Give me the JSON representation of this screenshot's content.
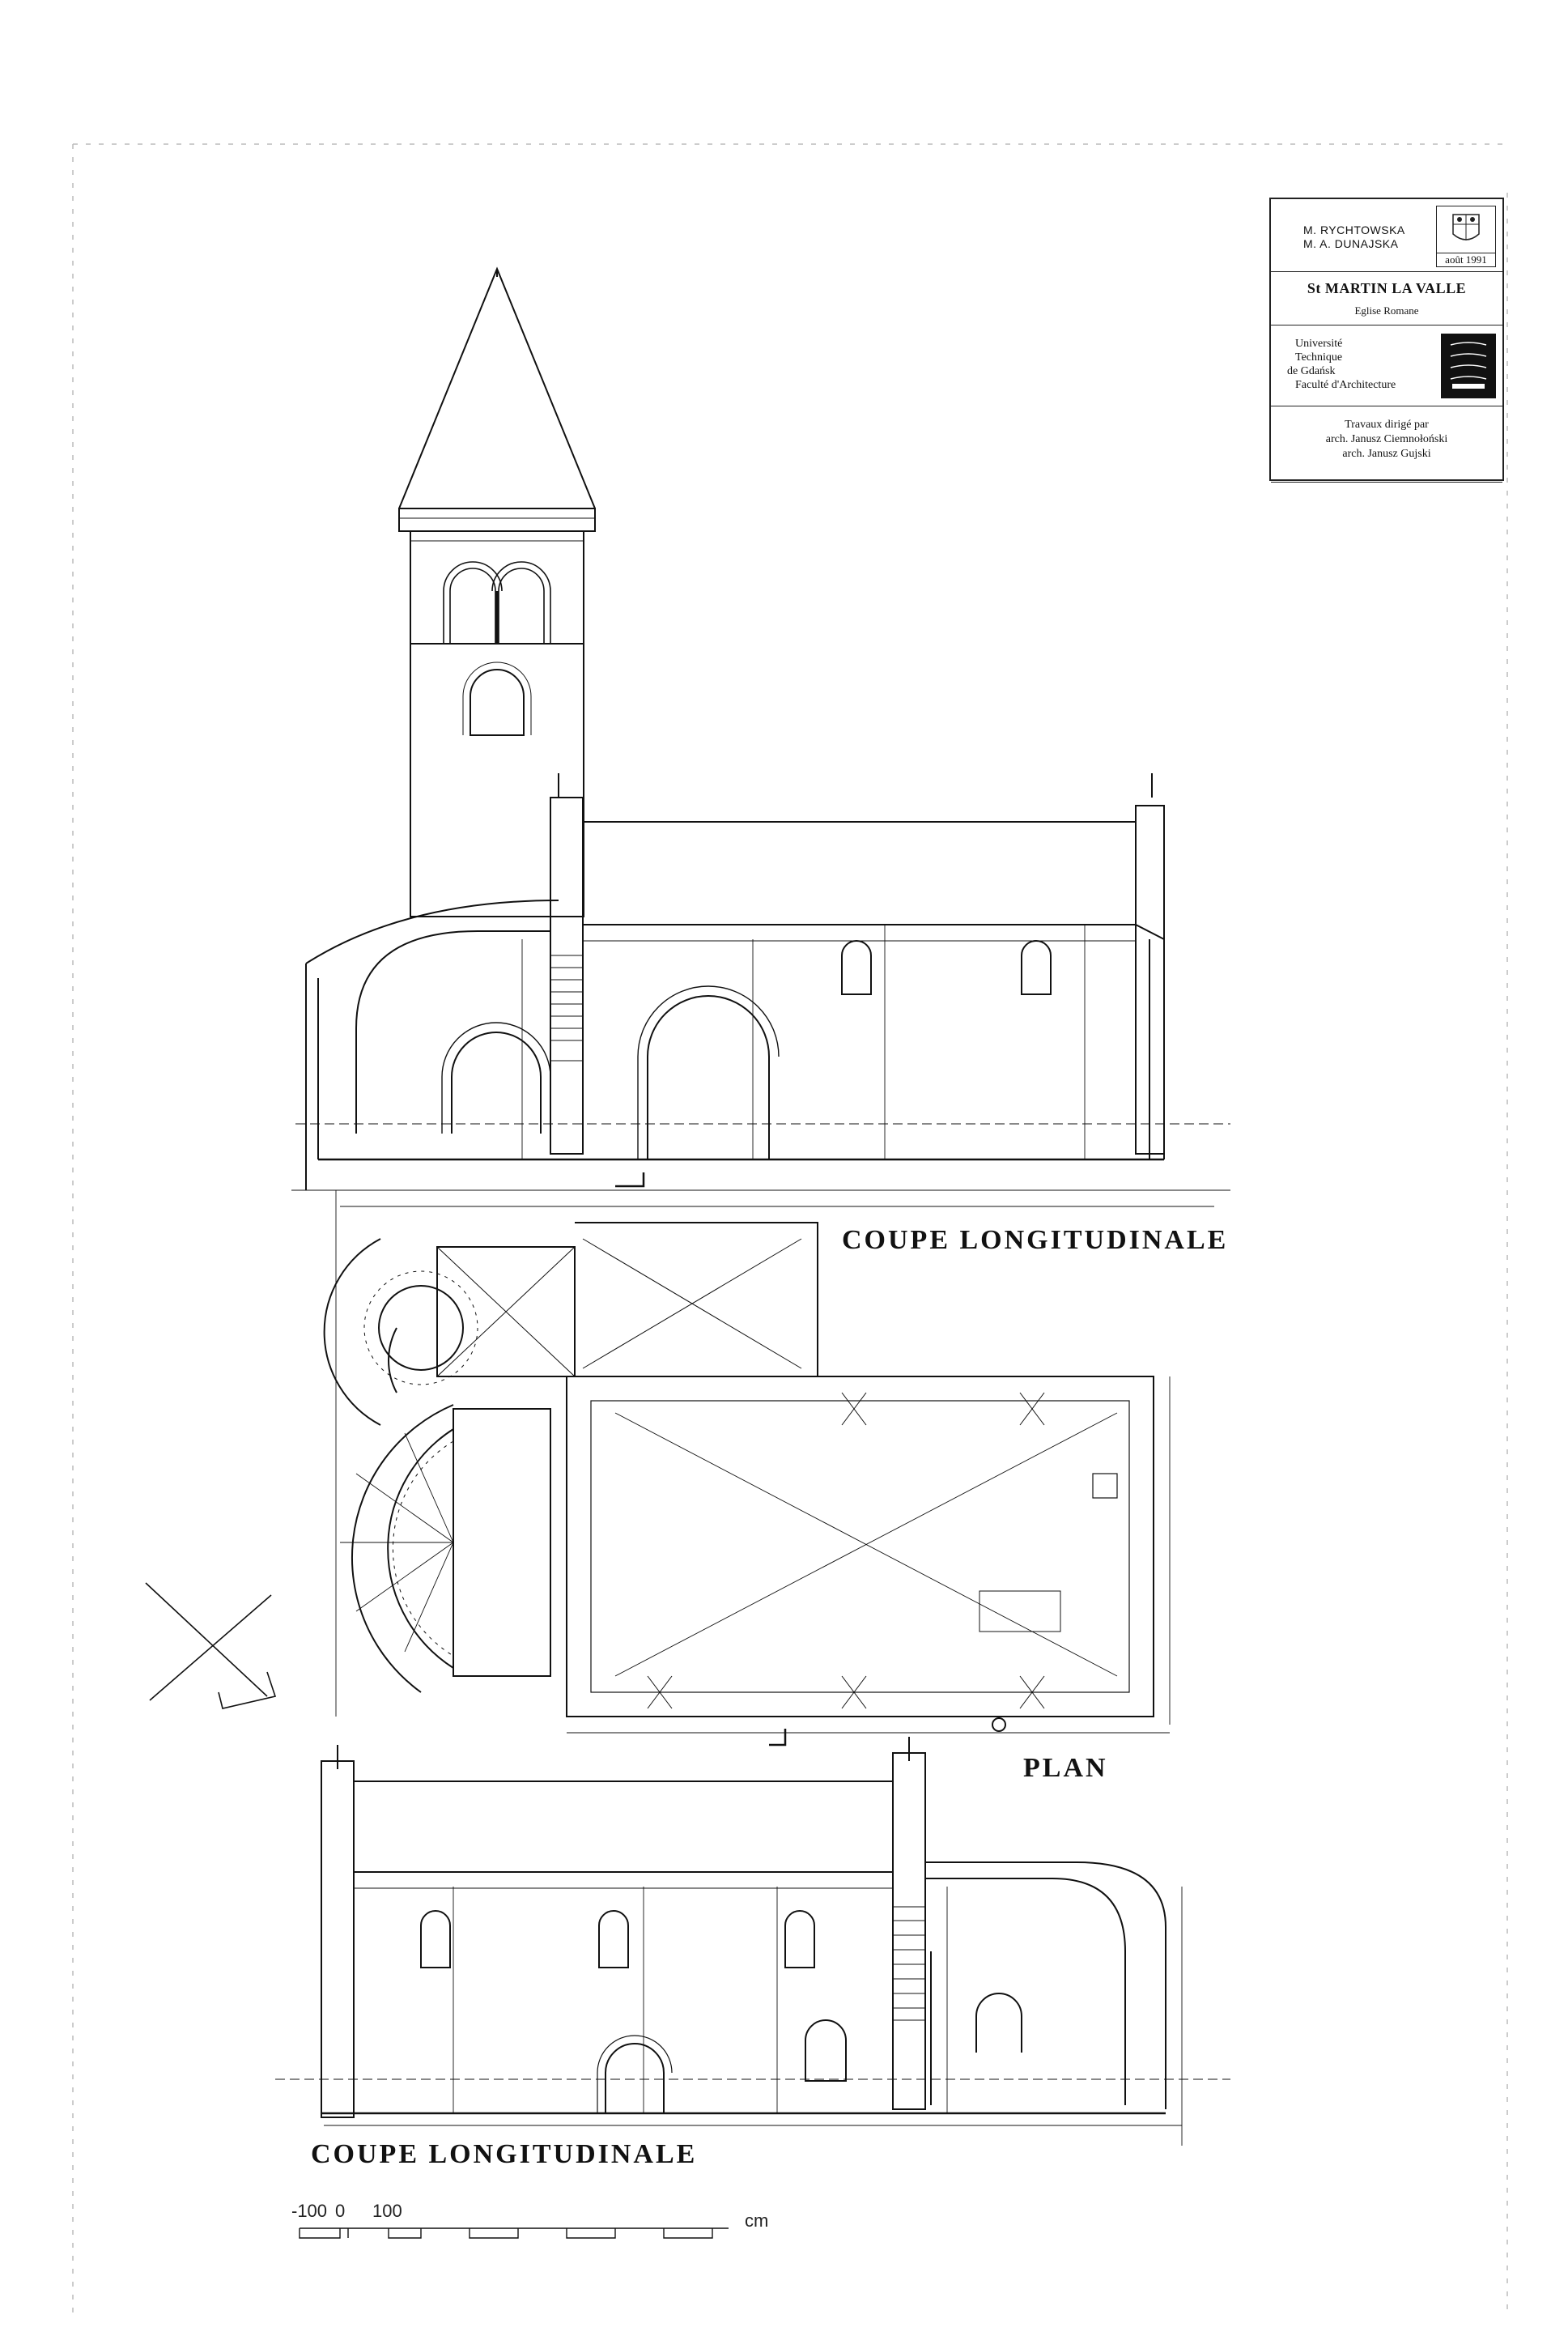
{
  "cartouche": {
    "authors": [
      "M. RYCHTOWSKA",
      "M. A. DUNAJSKA"
    ],
    "date": "août 1991",
    "title": "St MARTIN LA VALLE",
    "subtitle": "Eglise Romane",
    "university": [
      "Université",
      "Technique",
      "de Gdańsk",
      "Faculté d'Architecture"
    ],
    "directed_by": [
      "Travaux dirigé par",
      "arch. Janusz Ciemnołoński",
      "arch. Janusz Gujski"
    ]
  },
  "drawings": {
    "section_top_label": "COUPE LONGITUDINALE",
    "plan_label": "PLAN",
    "section_bottom_label": "COUPE LONGITUDINALE"
  },
  "scale_bar": {
    "left": "-100",
    "zero": "0",
    "right": "100",
    "unit": "cm"
  },
  "colors": {
    "ink": "#111111",
    "paper": "#ffffff"
  }
}
